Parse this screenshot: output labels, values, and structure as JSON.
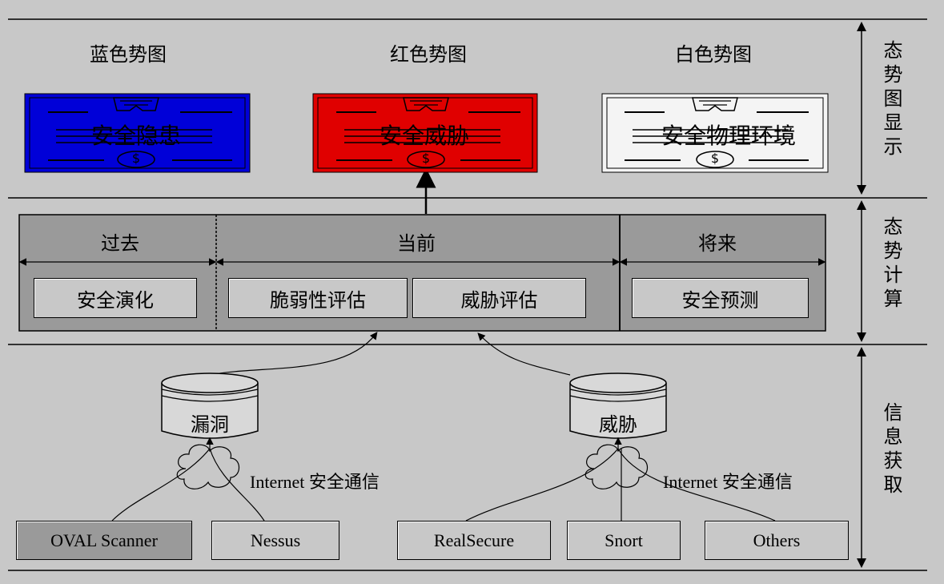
{
  "layers": {
    "display": "态势图显示",
    "compute": "态势计算",
    "acquire": "信息获取"
  },
  "maps": {
    "blue": {
      "title": "蓝色势图",
      "content": "安全隐患",
      "color": "#0000d8"
    },
    "red": {
      "title": "红色势图",
      "content": "安全威胁",
      "color": "#e00000"
    },
    "white": {
      "title": "白色势图",
      "content": "安全物理环境",
      "color": "#f4f4f4"
    },
    "seal": "$"
  },
  "timeline": {
    "past": "过去",
    "present": "当前",
    "future": "将来"
  },
  "tasks": {
    "evolution": "安全演化",
    "vulnerability": "脆弱性评估",
    "threat": "威胁评估",
    "prediction": "安全预测"
  },
  "databases": {
    "vuln": "漏洞",
    "threat": "威胁"
  },
  "network": {
    "left": "Internet  安全通信",
    "right": "Internet  安全通信"
  },
  "tools": {
    "oval": "OVAL Scanner",
    "nessus": "Nessus",
    "realsecure": "RealSecure",
    "snort": "Snort",
    "others": "Others"
  },
  "colors": {
    "background": "#c8c8c8",
    "compute_panel": "#9a9a9a",
    "oval_box": "#9a9a9a"
  }
}
